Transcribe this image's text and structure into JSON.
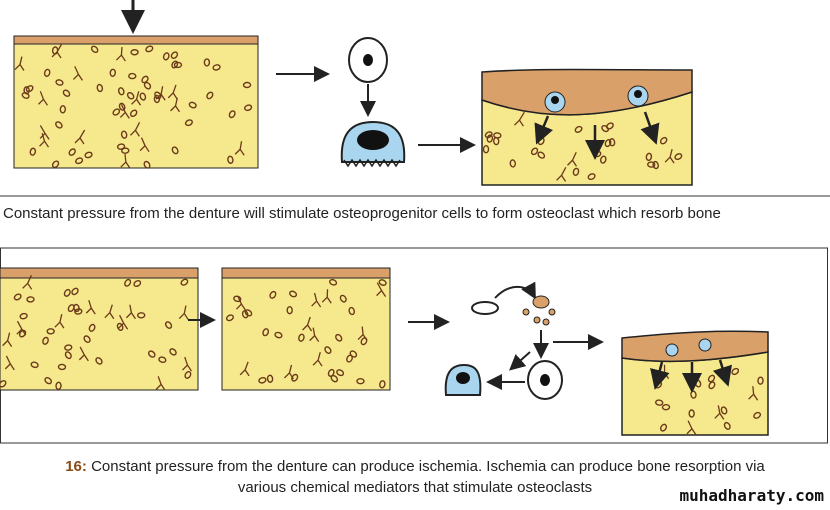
{
  "panel_top": {
    "caption": "Constant pressure from the denture will stimulate osteoprogenitor cells to form osteoclast which resorb bone"
  },
  "panel_bottom": {
    "figure_number": "16:",
    "caption_line1": " Constant pressure from the denture can produce ischemia. Ischemia can produce bone resorption via",
    "caption_line2": "various chemical mediators that stimulate osteoclasts"
  },
  "watermark": "muhadharaty.com",
  "colors": {
    "bone": "#f6e88c",
    "periosteum": "#d9a06a",
    "osteoclast": "#a9d6ee",
    "outline": "#222222"
  }
}
